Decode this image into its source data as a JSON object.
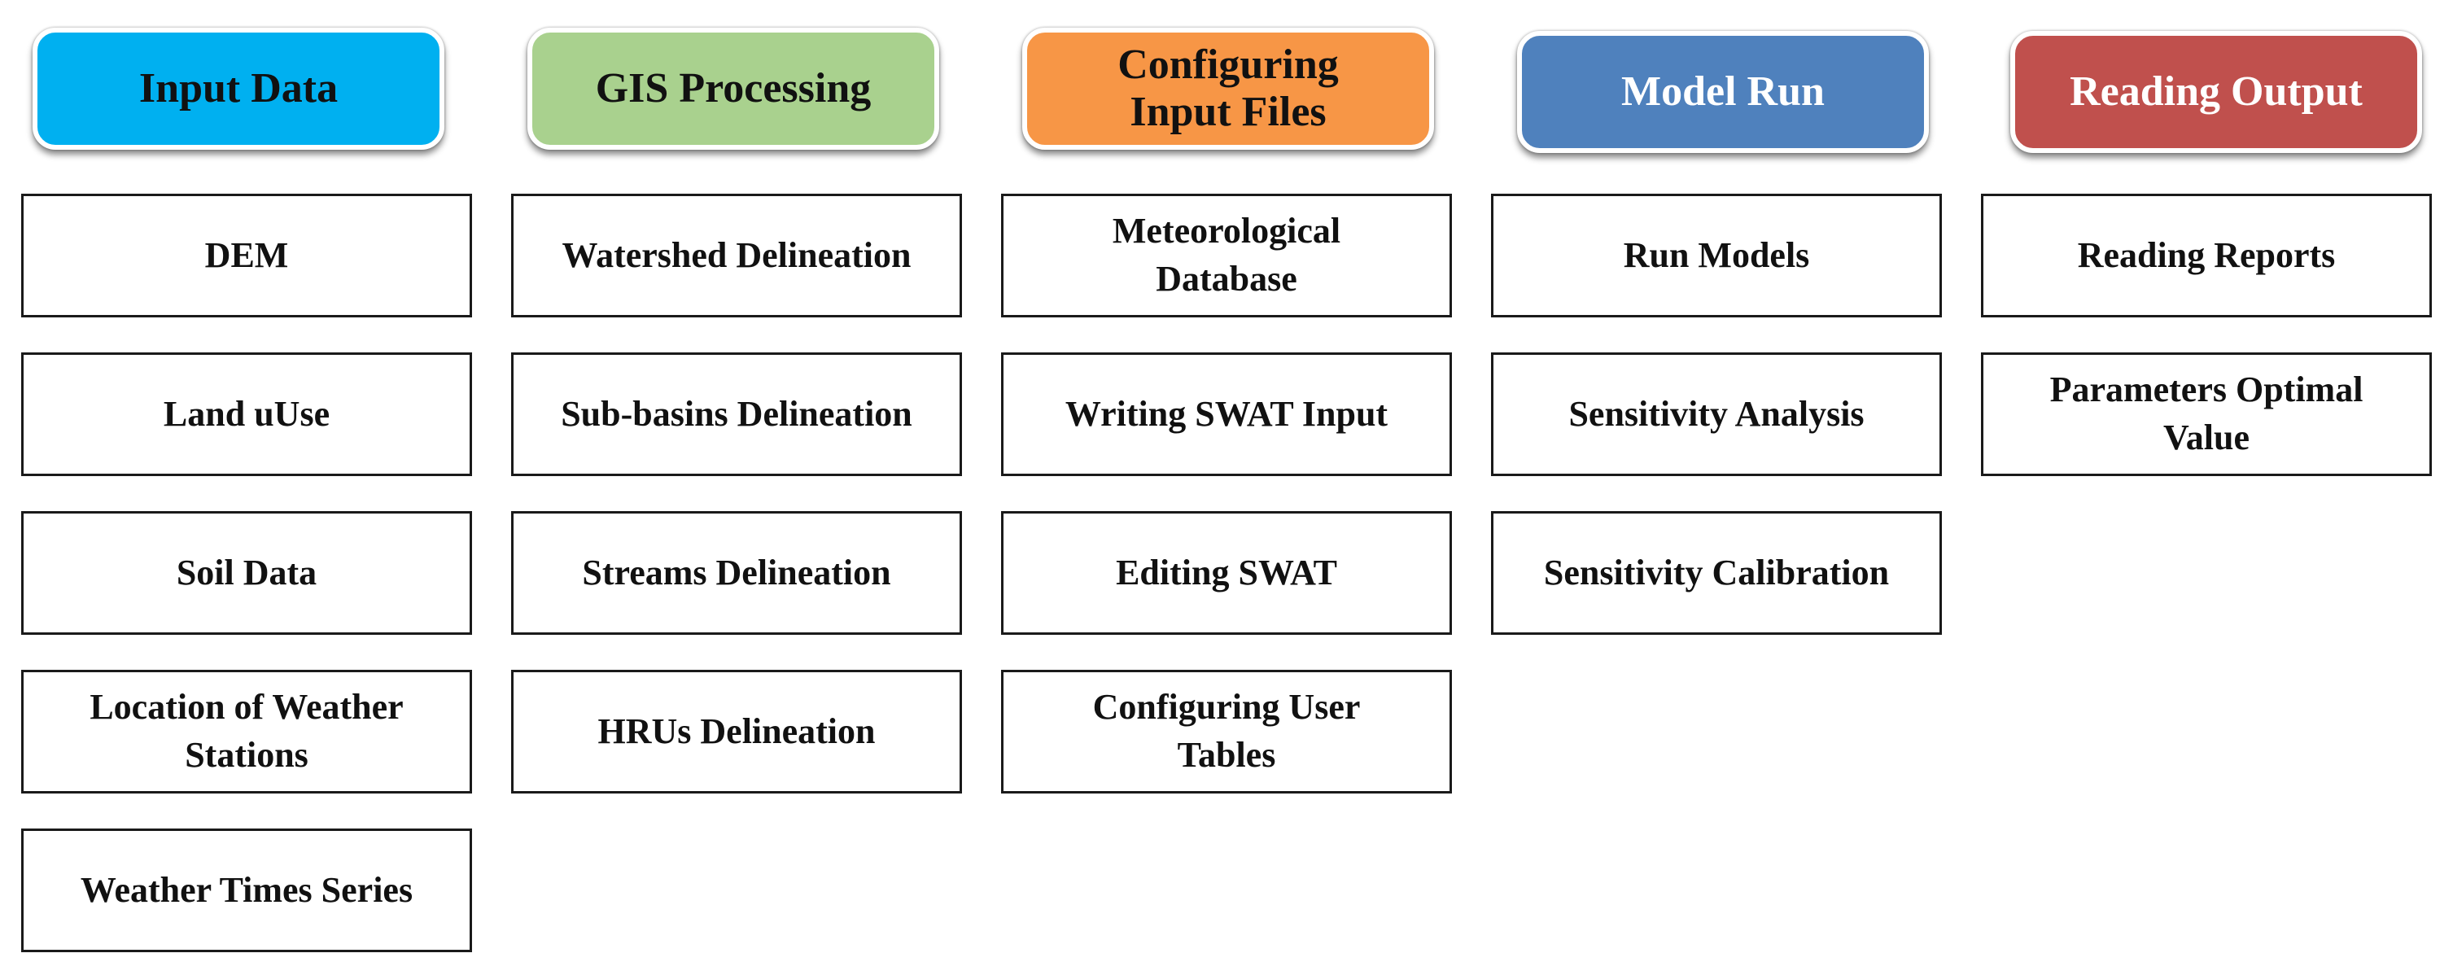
{
  "colors": {
    "input_data": "#00b0f0",
    "gis_processing": "#a9d18e",
    "configuring_input_files": "#f79646",
    "model_run": "#4f81bd",
    "reading_output": "#c0504d"
  },
  "columns": [
    {
      "header": "Input Data",
      "items": [
        "DEM",
        "Land uUse",
        "Soil Data",
        "Location of Weather Stations",
        "Weather Times Series"
      ]
    },
    {
      "header": "GIS Processing",
      "items": [
        "Watershed Delineation",
        "Sub-basins Delineation",
        "Streams Delineation",
        "HRUs Delineation"
      ]
    },
    {
      "header": "Configuring Input Files",
      "items": [
        "Meteorological Database",
        "Writing SWAT Input",
        "Editing SWAT",
        "Configuring User Tables"
      ]
    },
    {
      "header": "Model Run",
      "items": [
        "Run Models",
        "Sensitivity Analysis",
        "Sensitivity Calibration"
      ]
    },
    {
      "header": "Reading Output",
      "items": [
        "Reading Reports",
        "Parameters Optimal Value"
      ]
    }
  ]
}
